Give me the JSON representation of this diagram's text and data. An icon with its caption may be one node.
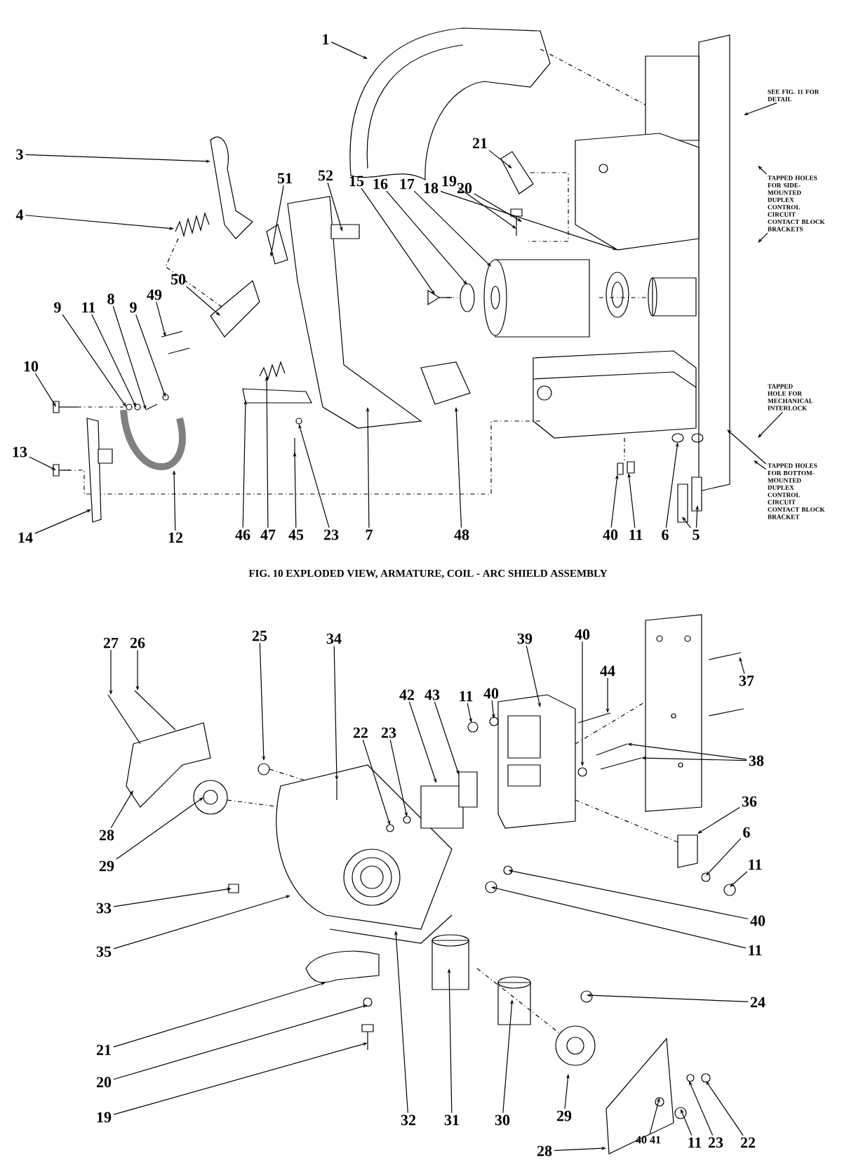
{
  "diagram": {
    "caption": "FIG. 10 EXPLODED VIEW, ARMATURE, COIL - ARC SHIELD ASSEMBLY",
    "nodes": [
      {
        "text": [
          "1"
        ]
      },
      {
        "text": [
          "3"
        ]
      },
      {
        "text": [
          "4"
        ]
      },
      {
        "text": [
          "SEE FIG. 11 FOR DETAIL"
        ]
      },
      {
        "text": [
          "21"
        ]
      },
      {
        "text": [
          "51"
        ]
      },
      {
        "text": [
          "52"
        ]
      },
      {
        "text": [
          "15"
        ]
      },
      {
        "text": [
          "16"
        ]
      },
      {
        "text": [
          "17"
        ]
      },
      {
        "text": [
          "18"
        ]
      },
      {
        "text": [
          "19"
        ]
      },
      {
        "text": [
          "20"
        ]
      },
      {
        "text": [
          "TAPPED HOLES FOR SIDE-MOUNTED DUPLEX CONTROL CIRCUIT CONTACT BLOCK BRACKETS"
        ]
      },
      {
        "text": [
          "50"
        ]
      },
      {
        "text": [
          "9"
        ]
      },
      {
        "text": [
          "11"
        ]
      },
      {
        "text": [
          "8"
        ]
      },
      {
        "text": [
          "9"
        ]
      },
      {
        "text": [
          "49"
        ]
      },
      {
        "text": [
          "10"
        ]
      },
      {
        "text": [
          "13"
        ]
      },
      {
        "text": [
          "TAPPED HOLE FOR MECHANICAL INTERLOCK"
        ]
      },
      {
        "text": [
          "TAPPED HOLES FOR BOTTOM-MOUNTED DUPLEX CONTROL CIRCUIT CONTACT BLOCK BRACKET"
        ]
      },
      {
        "text": [
          "14"
        ]
      },
      {
        "text": [
          "12"
        ]
      },
      {
        "text": [
          "46"
        ]
      },
      {
        "text": [
          "47"
        ]
      },
      {
        "text": [
          "45"
        ]
      },
      {
        "text": [
          "23"
        ]
      },
      {
        "text": [
          "7"
        ]
      },
      {
        "text": [
          "48"
        ]
      },
      {
        "text": [
          "40"
        ]
      },
      {
        "text": [
          "11"
        ]
      },
      {
        "text": [
          "6"
        ]
      },
      {
        "text": [
          "5"
        ]
      },
      {
        "text": [
          "27"
        ]
      },
      {
        "text": [
          "26"
        ]
      },
      {
        "text": [
          "25"
        ]
      },
      {
        "text": [
          "34"
        ]
      },
      {
        "text": [
          "39"
        ]
      },
      {
        "text": [
          "40"
        ]
      },
      {
        "text": [
          "44"
        ]
      },
      {
        "text": [
          "37"
        ]
      },
      {
        "text": [
          "42"
        ]
      },
      {
        "text": [
          "43"
        ]
      },
      {
        "text": [
          "11"
        ]
      },
      {
        "text": [
          "40"
        ]
      },
      {
        "text": [
          "22"
        ]
      },
      {
        "text": [
          "23"
        ]
      },
      {
        "text": [
          "38"
        ]
      },
      {
        "text": [
          "36"
        ]
      },
      {
        "text": [
          "6"
        ]
      },
      {
        "text": [
          "28"
        ]
      },
      {
        "text": [
          "11"
        ]
      },
      {
        "text": [
          "29"
        ]
      },
      {
        "text": [
          "33"
        ]
      },
      {
        "text": [
          "40"
        ]
      },
      {
        "text": [
          "35"
        ]
      },
      {
        "text": [
          "11"
        ]
      },
      {
        "text": [
          "24"
        ]
      },
      {
        "text": [
          "21"
        ]
      },
      {
        "text": [
          "20"
        ]
      },
      {
        "text": [
          "19"
        ]
      },
      {
        "text": [
          "32"
        ]
      },
      {
        "text": [
          "31"
        ]
      },
      {
        "text": [
          "30"
        ]
      },
      {
        "text": [
          "29"
        ]
      },
      {
        "text": [
          "40 41"
        ]
      },
      {
        "text": [
          "11"
        ]
      },
      {
        "text": [
          "23"
        ]
      },
      {
        "text": [
          "22"
        ]
      },
      {
        "text": [
          "28"
        ]
      }
    ],
    "edges": [
      {
        "from": 0,
        "to": null,
        "arrow": "to"
      },
      {
        "from": 1,
        "to": null,
        "arrow": "to"
      },
      {
        "from": 2,
        "to": null,
        "arrow": "to"
      },
      {
        "from": 3,
        "to": null,
        "arrow": "to"
      },
      {
        "from": 4,
        "to": null,
        "arrow": "to"
      },
      {
        "from": 5,
        "to": null,
        "arrow": "to"
      },
      {
        "from": 6,
        "to": null,
        "arrow": "to"
      },
      {
        "from": 7,
        "to": null,
        "arrow": "to"
      },
      {
        "from": 8,
        "to": null,
        "arrow": "to"
      },
      {
        "from": 9,
        "to": null,
        "arrow": "to"
      },
      {
        "from": 10,
        "to": null,
        "arrow": "to"
      },
      {
        "from": 11,
        "to": null,
        "arrow": "to"
      },
      {
        "from": 12,
        "to": null,
        "arrow": "to"
      },
      {
        "from": 13,
        "to": null,
        "arrow": "to"
      },
      {
        "from": 13,
        "to": null,
        "arrow": "to"
      },
      {
        "from": 14,
        "to": null,
        "arrow": "to"
      },
      {
        "from": 15,
        "to": null,
        "arrow": "to"
      },
      {
        "from": 16,
        "to": null,
        "arrow": "to"
      },
      {
        "from": 17,
        "to": null,
        "arrow": "to"
      },
      {
        "from": 18,
        "to": null,
        "arrow": "to"
      },
      {
        "from": 19,
        "to": null,
        "arrow": "to"
      },
      {
        "from": 20,
        "to": null,
        "arrow": "to"
      },
      {
        "from": 21,
        "to": null,
        "arrow": "to"
      },
      {
        "from": 22,
        "to": null,
        "arrow": "to"
      },
      {
        "from": 23,
        "to": null,
        "arrow": "to"
      },
      {
        "from": 23,
        "to": null,
        "arrow": "to"
      },
      {
        "from": 24,
        "to": null,
        "arrow": "to"
      },
      {
        "from": 25,
        "to": null,
        "arrow": "to"
      },
      {
        "from": 26,
        "to": null,
        "arrow": "to"
      },
      {
        "from": 27,
        "to": null,
        "arrow": "to"
      },
      {
        "from": 28,
        "to": null,
        "arrow": "to"
      },
      {
        "from": 29,
        "to": null,
        "arrow": "to"
      },
      {
        "from": 30,
        "to": null,
        "arrow": "to"
      },
      {
        "from": 31,
        "to": null,
        "arrow": "to"
      },
      {
        "from": 32,
        "to": null,
        "arrow": "to"
      },
      {
        "from": 33,
        "to": null,
        "arrow": "to"
      },
      {
        "from": 34,
        "to": null,
        "arrow": "to"
      },
      {
        "from": 35,
        "to": null,
        "arrow": "to"
      },
      {
        "from": 35,
        "to": null,
        "arrow": "to"
      },
      {
        "from": 36,
        "to": null,
        "arrow": "to"
      },
      {
        "from": 37,
        "to": null,
        "arrow": "to"
      },
      {
        "from": 38,
        "to": null,
        "arrow": "to"
      },
      {
        "from": 39,
        "to": null,
        "arrow": "to"
      },
      {
        "from": 40,
        "to": null,
        "arrow": "to"
      },
      {
        "from": 41,
        "to": null,
        "arrow": "to"
      },
      {
        "from": 42,
        "to": null,
        "arrow": "to"
      },
      {
        "from": 43,
        "to": null,
        "arrow": "to"
      },
      {
        "from": 44,
        "to": null,
        "arrow": "to"
      },
      {
        "from": 45,
        "to": null,
        "arrow": "to"
      },
      {
        "from": 46,
        "to": null,
        "arrow": "to"
      },
      {
        "from": 47,
        "to": null,
        "arrow": "to"
      },
      {
        "from": 48,
        "to": null,
        "arrow": "to"
      },
      {
        "from": 49,
        "to": null,
        "arrow": "to"
      },
      {
        "from": 50,
        "to": null,
        "arrow": "to"
      },
      {
        "from": 50,
        "to": null,
        "arrow": "to"
      },
      {
        "from": 51,
        "to": null,
        "arrow": "to"
      },
      {
        "from": 52,
        "to": null,
        "arrow": "to"
      },
      {
        "from": 53,
        "to": null,
        "arrow": "to"
      },
      {
        "from": 54,
        "to": null,
        "arrow": "to"
      },
      {
        "from": 55,
        "to": null,
        "arrow": "to"
      },
      {
        "from": 56,
        "to": null,
        "arrow": "to"
      },
      {
        "from": 57,
        "to": null,
        "arrow": "to"
      },
      {
        "from": 58,
        "to": null,
        "arrow": "to"
      },
      {
        "from": 59,
        "to": null,
        "arrow": "to"
      },
      {
        "from": 60,
        "to": null,
        "arrow": "to"
      },
      {
        "from": 61,
        "to": null,
        "arrow": "to"
      },
      {
        "from": 62,
        "to": null,
        "arrow": "to"
      },
      {
        "from": 63,
        "to": null,
        "arrow": "to"
      },
      {
        "from": 64,
        "to": null,
        "arrow": "to"
      },
      {
        "from": 65,
        "to": null,
        "arrow": "to"
      },
      {
        "from": 66,
        "to": null,
        "arrow": "to"
      },
      {
        "from": 67,
        "to": null,
        "arrow": "to"
      },
      {
        "from": 68,
        "to": null,
        "arrow": "to"
      },
      {
        "from": 69,
        "to": null,
        "arrow": "to"
      },
      {
        "from": 70,
        "to": null,
        "arrow": "to"
      },
      {
        "from": 71,
        "to": null,
        "arrow": "to"
      },
      {
        "from": 72,
        "to": null,
        "arrow": "to"
      }
    ]
  }
}
